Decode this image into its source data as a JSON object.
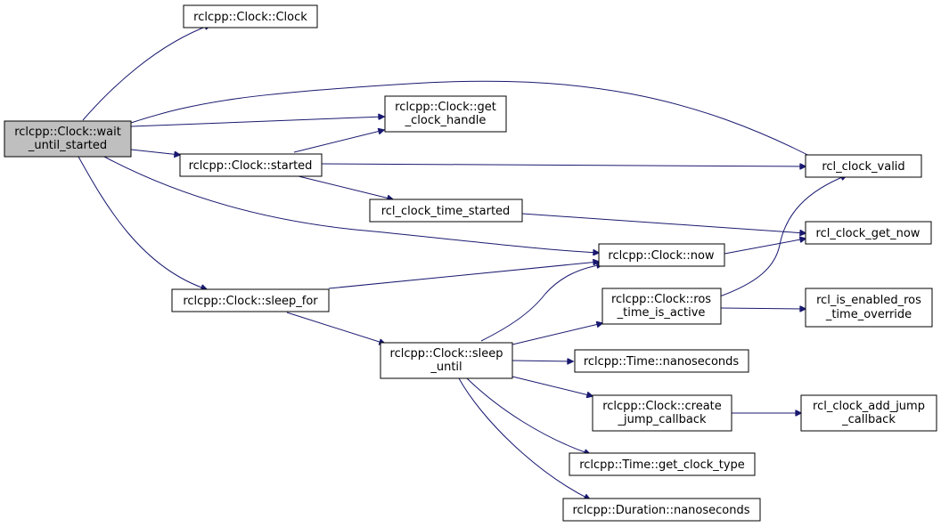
{
  "graph": {
    "edge_color": "#191970",
    "root_fill": "#bfbfbf",
    "node_fill": "#ffffff",
    "nodes": {
      "root": [
        "rclcpp::Clock::wait",
        "_until_started"
      ],
      "clock_ctor": [
        "rclcpp::Clock::Clock"
      ],
      "get_clock_handle": [
        "rclcpp::Clock::get",
        "_clock_handle"
      ],
      "started": [
        "rclcpp::Clock::started"
      ],
      "rcl_clock_valid": [
        "rcl_clock_valid"
      ],
      "rcl_clock_time_started": [
        "rcl_clock_time_started"
      ],
      "rcl_clock_get_now": [
        "rcl_clock_get_now"
      ],
      "now": [
        "rclcpp::Clock::now"
      ],
      "sleep_for": [
        "rclcpp::Clock::sleep_for"
      ],
      "ros_time_is_active": [
        "rclcpp::Clock::ros",
        "_time_is_active"
      ],
      "rcl_is_enabled_ros_time_override": [
        "rcl_is_enabled_ros",
        "_time_override"
      ],
      "sleep_until": [
        "rclcpp::Clock::sleep",
        "_until"
      ],
      "time_nanoseconds": [
        "rclcpp::Time::nanoseconds"
      ],
      "create_jump_callback": [
        "rclcpp::Clock::create",
        "_jump_callback"
      ],
      "rcl_clock_add_jump_callback": [
        "rcl_clock_add_jump",
        "_callback"
      ],
      "time_get_clock_type": [
        "rclcpp::Time::get_clock_type"
      ],
      "duration_nanoseconds": [
        "rclcpp::Duration::nanoseconds"
      ]
    }
  }
}
